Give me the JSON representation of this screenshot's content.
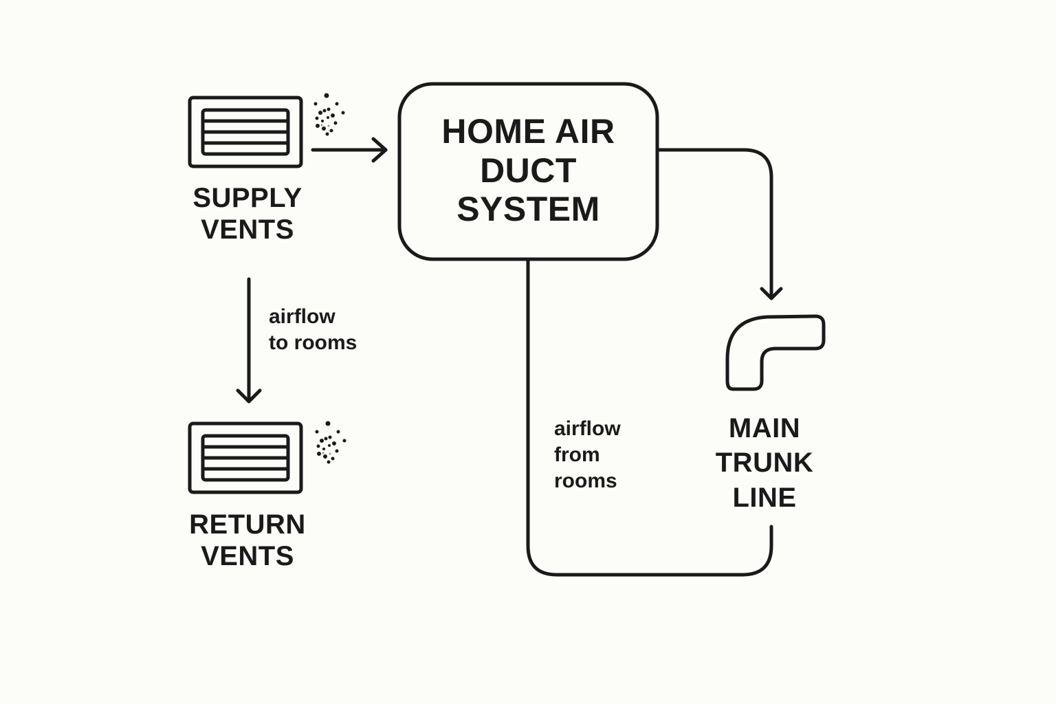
{
  "diagram": {
    "title": "HOME AIR\nDUCT\nSYSTEM",
    "nodes": {
      "supply_vents": {
        "label": "SUPPLY\nVENTS",
        "icon": "vent-grille-icon"
      },
      "return_vents": {
        "label": "RETURN\nVENTS",
        "icon": "vent-grille-icon"
      },
      "main_trunk_line": {
        "label": "MAIN\nTRUNK\nLINE",
        "icon": "duct-elbow-icon"
      },
      "central_box": {
        "label": "HOME AIR\nDUCT\nSYSTEM"
      }
    },
    "edges": [
      {
        "from": "supply_vents",
        "to": "central_box",
        "label": ""
      },
      {
        "from": "central_box",
        "to": "main_trunk_line",
        "label": ""
      },
      {
        "from": "supply_vents",
        "to": "return_vents",
        "label": "airflow\nto rooms"
      },
      {
        "from": "main_trunk_line",
        "to": "central_box",
        "label": "airflow\nfrom\nrooms"
      }
    ],
    "edge_labels": {
      "to_rooms": "airflow\nto rooms",
      "from_rooms": "airflow\nfrom\nrooms"
    },
    "particle_icon": "dust-particles-icon"
  },
  "colors": {
    "background": "#fcfcf9",
    "stroke": "#1a1a1a",
    "text": "#1a1a1a"
  }
}
